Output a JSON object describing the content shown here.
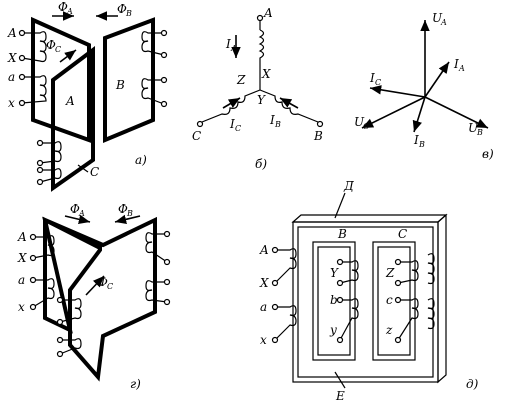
{
  "captions": {
    "a": "а)",
    "b": "б)",
    "v": "в)",
    "g": "г)",
    "d": "д)"
  },
  "fig_a": {
    "flux_A": "Φ",
    "flux_A_sub": "A",
    "flux_B": "Φ",
    "flux_B_sub": "B",
    "flux_C": "Φ",
    "flux_C_sub": "C",
    "term_A": "A",
    "term_X": "X",
    "term_a": "a",
    "term_x": "x",
    "core_A": "A",
    "core_B": "B",
    "core_C": "C"
  },
  "fig_b": {
    "A": "A",
    "X": "X",
    "Y": "Y",
    "Z": "Z",
    "C": "C",
    "B": "B",
    "IA": "I",
    "IA_sub": "A",
    "IB": "I",
    "IB_sub": "B",
    "IC": "I",
    "IC_sub": "C"
  },
  "fig_v": {
    "UA": "U",
    "UA_sub": "A",
    "IA": "I",
    "IA_sub": "A",
    "IC": "I",
    "IC_sub": "C",
    "UC": "U",
    "UC_sub": "C",
    "IB": "I",
    "IB_sub": "B",
    "UB": "U",
    "UB_sub": "B"
  },
  "fig_g": {
    "flux_A": "Φ",
    "flux_A_sub": "A",
    "flux_B": "Φ",
    "flux_B_sub": "B",
    "flux_C": "Φ",
    "flux_C_sub": "C",
    "term_A": "A",
    "term_X": "X",
    "term_a": "a",
    "term_x": "x"
  },
  "fig_d": {
    "D": "Д",
    "E": "Е",
    "B": "B",
    "C": "C",
    "A": "A",
    "X": "X",
    "a": "a",
    "x": "x",
    "Y": "Y",
    "b": "b",
    "y": "y",
    "Z": "Z",
    "c": "c",
    "z": "z"
  }
}
